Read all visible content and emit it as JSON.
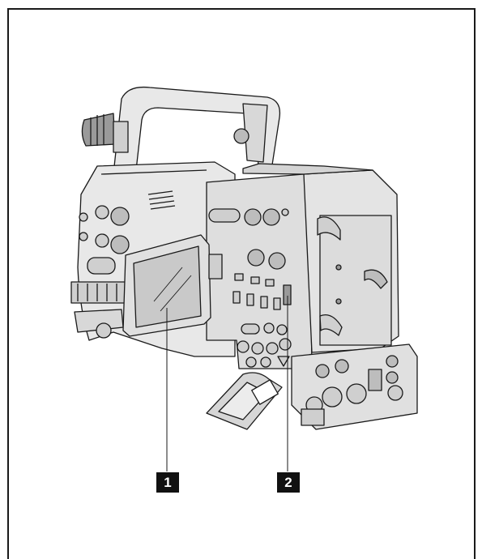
{
  "callouts": [
    {
      "label": "1",
      "target": "lcd-monitor"
    },
    {
      "label": "2",
      "target": "monitor-latch"
    }
  ],
  "colors": {
    "line": "#1a1a1a",
    "body_light": "#e8e8e8",
    "body_mid": "#cfcfcf",
    "body_dark": "#9a9a9a",
    "screen": "#c9c9c9",
    "callout_bg": "#111111",
    "callout_text": "#ffffff"
  }
}
